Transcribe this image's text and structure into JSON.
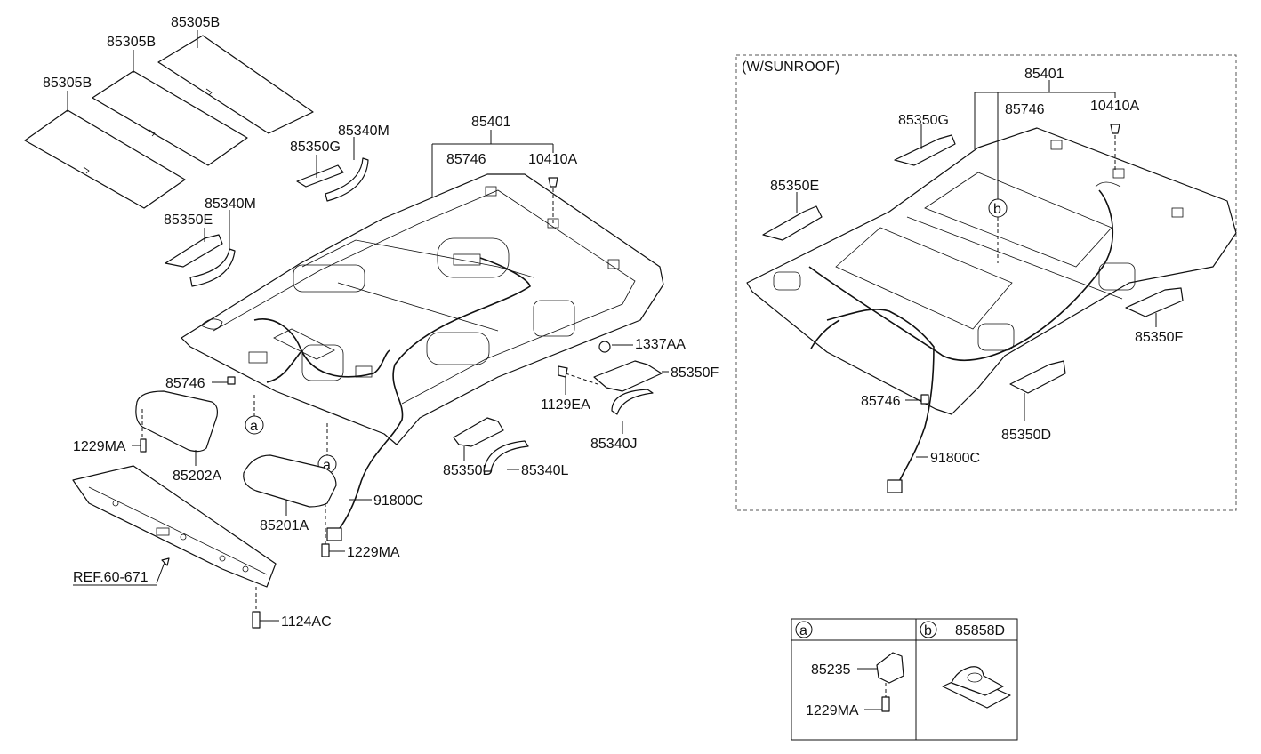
{
  "labels": {
    "pad_top": "85305B",
    "pad_mid": "85305B",
    "pad_low": "85305B",
    "headlining": "85401",
    "bracket_85746": "85746",
    "clip_10410A": "10410A",
    "handle_m_top": "85340M",
    "bracket_g": "85350G",
    "handle_m_low": "85340M",
    "bracket_e": "85350E",
    "bolt_85746_left": "85746",
    "screw_1229ma_left": "1229MA",
    "visor_right": "85202A",
    "visor_left": "85201A",
    "harness": "91800C",
    "screw_1229ma_mid": "1229MA",
    "ref": "REF.60-671",
    "screw_1124ac": "1124AC",
    "nut_1337aa": "1337AA",
    "bracket_f": "85350F",
    "bolt_1129ea": "1129EA",
    "handle_j": "85340J",
    "bracket_d": "85350D",
    "handle_l": "85340L",
    "callout_a1": "a",
    "callout_a2": "a"
  },
  "sunroof": {
    "title": "(W/SUNROOF)",
    "headlining": "85401",
    "bracket_85746": "85746",
    "clip_10410A": "10410A",
    "bracket_g": "85350G",
    "bracket_e": "85350E",
    "bracket_f": "85350F",
    "bolt_85746": "85746",
    "bracket_d": "85350D",
    "harness": "91800C",
    "callout_b": "b"
  },
  "legend": {
    "a_letter": "a",
    "b_letter": "b",
    "b_part": "85858D",
    "a_part_clip": "85235",
    "a_part_screw": "1229MA"
  }
}
